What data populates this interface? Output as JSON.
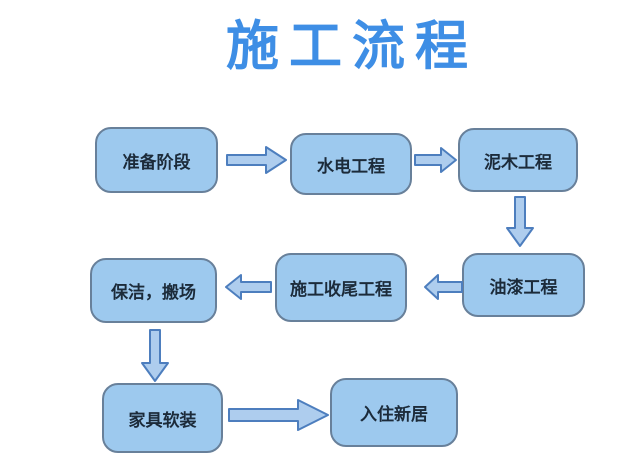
{
  "title": "施工流程",
  "colors": {
    "background": "#ffffff",
    "title": "#3e8ee5",
    "box_fill": "#9dc9ee",
    "box_border": "#68809a",
    "box_text": "#1c2b3a",
    "arrow_fill": "#aecdee",
    "arrow_stroke": "#4d7ebe"
  },
  "nodes": [
    {
      "id": "prepare",
      "label": "准备阶段"
    },
    {
      "id": "plumbing-electric",
      "label": "水电工程"
    },
    {
      "id": "masonry-carpentry",
      "label": "泥木工程"
    },
    {
      "id": "painting",
      "label": "油漆工程"
    },
    {
      "id": "finishing-work",
      "label": "施工收尾工程"
    },
    {
      "id": "cleaning-moving",
      "label": "保洁，搬场"
    },
    {
      "id": "furniture-decor",
      "label": "家具软装"
    },
    {
      "id": "move-in",
      "label": "入住新居"
    }
  ],
  "arrows": [
    {
      "from": "prepare",
      "to": "plumbing-electric",
      "direction": "right"
    },
    {
      "from": "plumbing-electric",
      "to": "masonry-carpentry",
      "direction": "right"
    },
    {
      "from": "masonry-carpentry",
      "to": "painting",
      "direction": "down"
    },
    {
      "from": "painting",
      "to": "finishing-work",
      "direction": "left"
    },
    {
      "from": "finishing-work",
      "to": "cleaning-moving",
      "direction": "left"
    },
    {
      "from": "cleaning-moving",
      "to": "furniture-decor",
      "direction": "down"
    },
    {
      "from": "furniture-decor",
      "to": "move-in",
      "direction": "right"
    }
  ]
}
